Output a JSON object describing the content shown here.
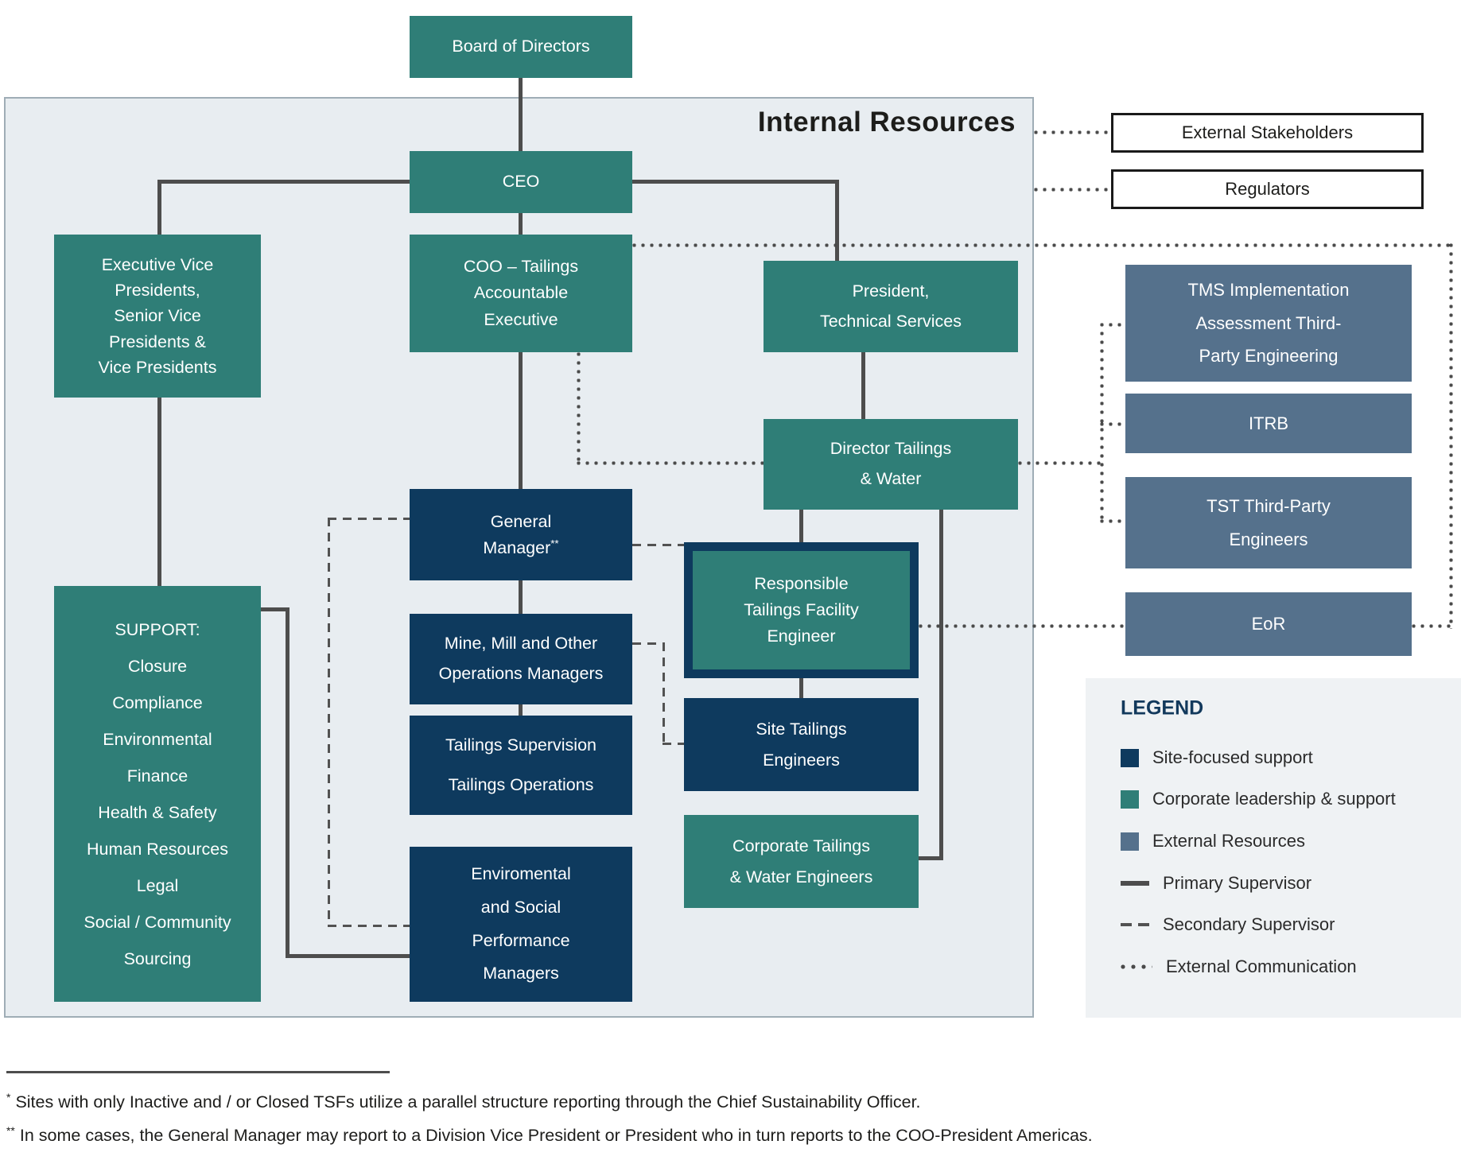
{
  "title": {
    "internal_resources": "Internal Resources"
  },
  "nodes": {
    "board": {
      "label": "Board of Directors"
    },
    "ceo": {
      "label": "CEO"
    },
    "coo": {
      "lines": [
        "COO – Tailings",
        "Accountable",
        "Executive"
      ]
    },
    "evp": {
      "lines": [
        "Executive Vice",
        "Presidents,",
        "Senior Vice",
        "Presidents &",
        "Vice Presidents"
      ]
    },
    "support": {
      "heading": "SUPPORT:",
      "items": [
        "Closure",
        "Compliance",
        "Environmental",
        "Finance",
        "Health & Safety",
        "Human Resources",
        "Legal",
        "Social / Community",
        "Sourcing"
      ]
    },
    "president": {
      "lines": [
        "President,",
        "Technical Services"
      ]
    },
    "director": {
      "lines": [
        "Director Tailings",
        "& Water"
      ]
    },
    "gm": {
      "lines": [
        "General",
        "Manager"
      ],
      "footnote_marker": "**"
    },
    "mine_mill": {
      "lines": [
        "Mine, Mill and Other",
        "Operations Managers"
      ]
    },
    "tailings_ops": {
      "lines": [
        "Tailings Supervision",
        "Tailings Operations"
      ]
    },
    "env_social": {
      "lines": [
        "Enviromental",
        "and Social",
        "Performance",
        "Managers"
      ]
    },
    "rtfe": {
      "lines": [
        "Responsible",
        "Tailings Facility",
        "Engineer"
      ]
    },
    "site_eng": {
      "lines": [
        "Site Tailings",
        "Engineers"
      ]
    },
    "corp_eng": {
      "lines": [
        "Corporate Tailings",
        "& Water Engineers"
      ]
    },
    "external_stakeholders": {
      "label": "External Stakeholders"
    },
    "regulators": {
      "label": "Regulators"
    },
    "tms": {
      "lines": [
        "TMS Implementation",
        "Assessment Third-",
        "Party Engineering"
      ]
    },
    "itrb": {
      "label": "ITRB"
    },
    "tst": {
      "lines": [
        "TST Third-Party",
        "Engineers"
      ]
    },
    "eor": {
      "label": "EoR"
    }
  },
  "legend": {
    "title": "LEGEND",
    "items": [
      {
        "label": "Site-focused support",
        "swatch": "navy"
      },
      {
        "label": "Corporate leadership & support",
        "swatch": "teal"
      },
      {
        "label": "External Resources",
        "swatch": "slate"
      },
      {
        "label": "Primary Supervisor",
        "sample": "solid"
      },
      {
        "label": "Secondary Supervisor",
        "sample": "dashed"
      },
      {
        "label": "External Communication",
        "sample": "dotted"
      }
    ]
  },
  "footnotes": [
    {
      "marker": "*",
      "text": "Sites with only Inactive and / or Closed TSFs utilize a parallel structure reporting through the Chief Sustainability Officer."
    },
    {
      "marker": "**",
      "text": "In some cases, the General Manager may report to a Division Vice President or President who in turn reports to the COO-President Americas."
    }
  ],
  "colors": {
    "teal": "#2F7E77",
    "navy": "#0E3A5E",
    "slate": "#55718C",
    "container_fill": "#E8EDF1",
    "line": "#4D4D4D"
  }
}
